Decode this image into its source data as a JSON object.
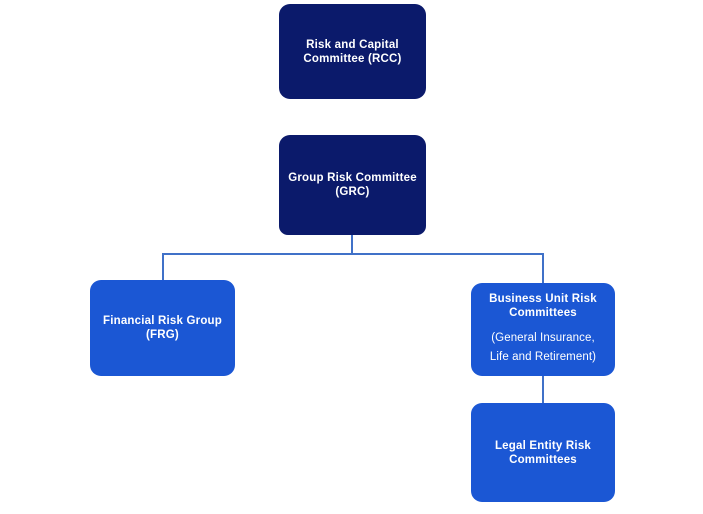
{
  "diagram": {
    "background_color": "#ffffff",
    "colors": {
      "navy": "#0b1a6b",
      "blue": "#1b57d4",
      "connector": "#4071c8",
      "text": "#ffffff"
    },
    "nodes": [
      {
        "id": "rcc",
        "title": "Risk and Capital\nCommittee (RCC)",
        "subtitle": "",
        "color": "#0b1a6b"
      },
      {
        "id": "grc",
        "title": "Group Risk Committee\n(GRC)",
        "subtitle": "",
        "color": "#0b1a6b"
      },
      {
        "id": "frg",
        "title": "Financial Risk Group\n(FRG)",
        "subtitle": "",
        "color": "#1b57d4"
      },
      {
        "id": "burc",
        "title": "Business Unit Risk\nCommittees",
        "subtitle": "(General Insurance,\nLife and Retirement)",
        "color": "#1b57d4"
      },
      {
        "id": "lerc",
        "title": "Legal Entity Risk\nCommittees",
        "subtitle": "",
        "color": "#1b57d4"
      }
    ],
    "connectors": [
      {
        "id": "grc-stem",
        "from": "grc",
        "to": "hbar"
      },
      {
        "id": "hbar",
        "from": "grc",
        "to": "frg-burc"
      },
      {
        "id": "drop-left",
        "from": "hbar",
        "to": "frg"
      },
      {
        "id": "drop-right",
        "from": "hbar",
        "to": "burc"
      },
      {
        "id": "burc-lerc",
        "from": "burc",
        "to": "lerc"
      }
    ]
  }
}
